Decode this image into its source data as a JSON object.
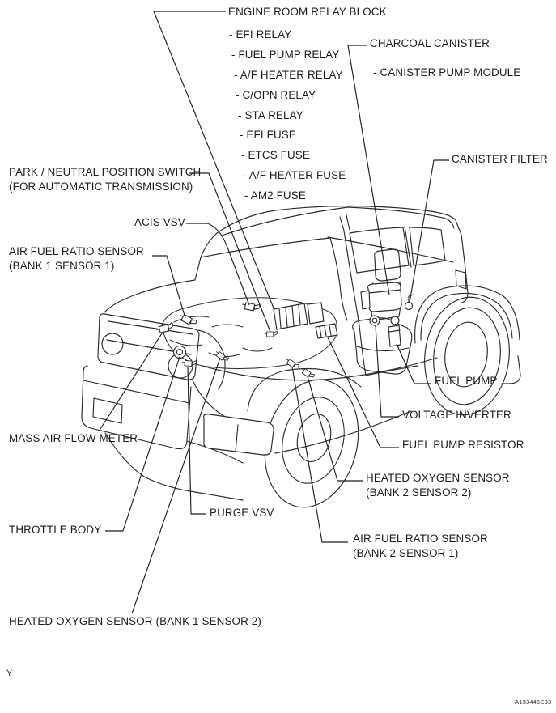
{
  "doc": {
    "drawing_code": "A133445E03",
    "page_marker": "Y"
  },
  "labels": {
    "engine_room_relay_block": "ENGINE ROOM RELAY BLOCK",
    "relay_items": [
      "- EFI RELAY",
      "- FUEL PUMP RELAY",
      "- A/F HEATER RELAY",
      "- C/OPN RELAY",
      "- STA RELAY",
      "- EFI FUSE",
      "- ETCS FUSE",
      "- A/F HEATER FUSE",
      "- AM2 FUSE"
    ],
    "charcoal_canister": "CHARCOAL CANISTER",
    "canister_pump_module": "- CANISTER PUMP MODULE",
    "canister_filter": "CANISTER FILTER",
    "park_neutral_position_switch_line1": "PARK / NEUTRAL POSITION SWITCH",
    "park_neutral_position_switch_line2": "(FOR AUTOMATIC TRANSMISSION)",
    "acis_vsv": "ACIS VSV",
    "air_fuel_ratio_sensor_b1s1_line1": "AIR FUEL RATIO SENSOR",
    "air_fuel_ratio_sensor_b1s1_line2": "(BANK 1 SENSOR 1)",
    "mass_air_flow_meter": "MASS AIR FLOW METER",
    "throttle_body": "THROTTLE BODY",
    "purge_vsv": "PURGE VSV",
    "fuel_pump": "FUEL PUMP",
    "voltage_inverter": "VOLTAGE INVERTER",
    "fuel_pump_resistor": "FUEL PUMP RESISTOR",
    "heated_oxygen_sensor_b2s2_line1": "HEATED OXYGEN SENSOR",
    "heated_oxygen_sensor_b2s2_line2": "(BANK 2 SENSOR 2)",
    "air_fuel_ratio_sensor_b2s1_line1": "AIR FUEL RATIO SENSOR",
    "air_fuel_ratio_sensor_b2s1_line2": "(BANK 2 SENSOR 1)",
    "heated_oxygen_sensor_b1s2": "HEATED OXYGEN SENSOR (BANK 1 SENSOR 2)"
  },
  "colors": {
    "line_art": "#2b2b2b",
    "leader_line": "#1f1f1f",
    "text": "#1c1c1c",
    "background": "#ffffff"
  }
}
